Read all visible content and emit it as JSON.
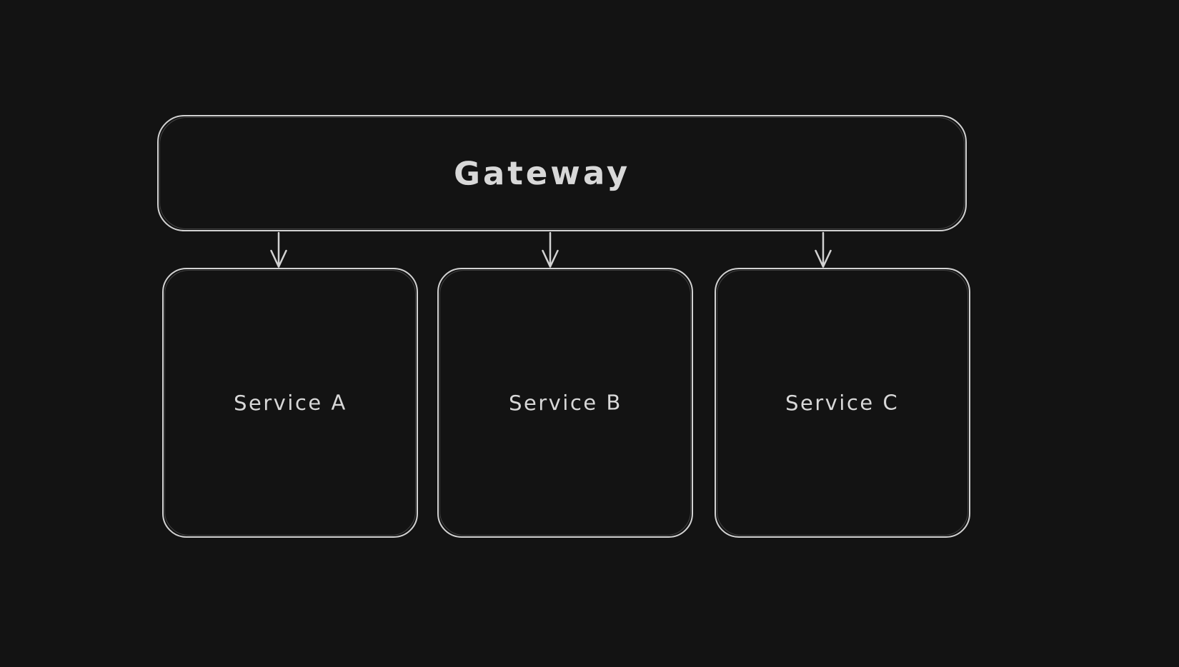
{
  "canvas": {
    "background_color": "#131313",
    "stroke_color": "#d2d2d2",
    "text_color": "#d8d8d8"
  },
  "diagram": {
    "type": "flowchart",
    "style": "hand-drawn",
    "nodes": [
      {
        "id": "gateway",
        "label": "Gateway"
      },
      {
        "id": "service-a",
        "label": "Service A"
      },
      {
        "id": "service-b",
        "label": "Service B"
      },
      {
        "id": "service-c",
        "label": "Service C"
      }
    ],
    "edges": [
      {
        "from": "gateway",
        "to": "service-a",
        "direction": "down"
      },
      {
        "from": "gateway",
        "to": "service-b",
        "direction": "down"
      },
      {
        "from": "gateway",
        "to": "service-c",
        "direction": "down"
      }
    ]
  }
}
